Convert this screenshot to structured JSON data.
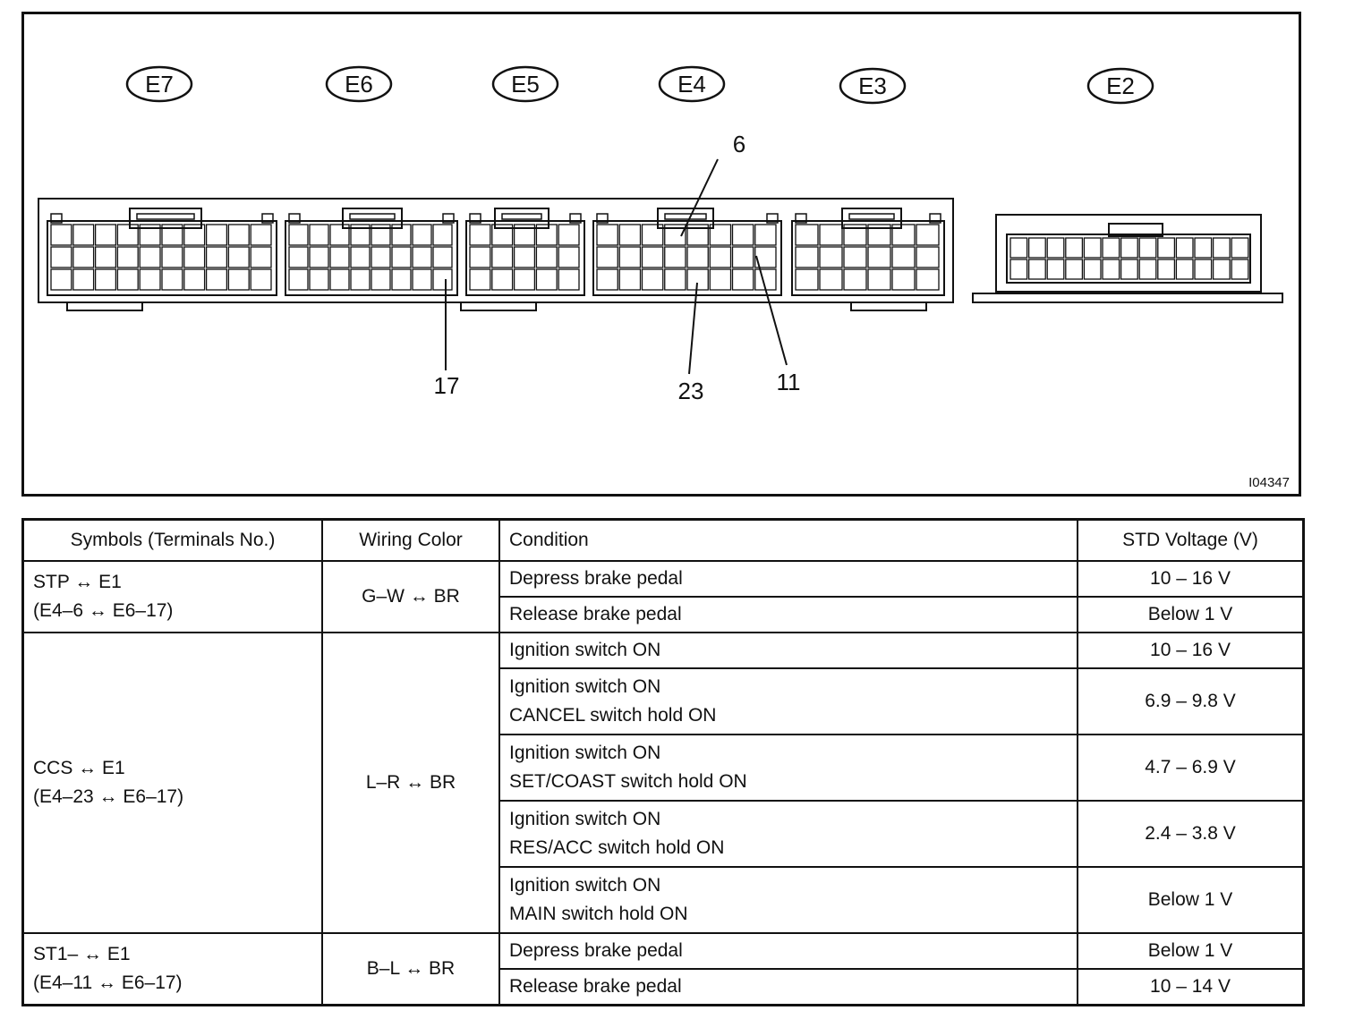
{
  "diagram": {
    "connectors": [
      {
        "label": "E7"
      },
      {
        "label": "E6"
      },
      {
        "label": "E5"
      },
      {
        "label": "E4"
      },
      {
        "label": "E3"
      },
      {
        "label": "E2"
      }
    ],
    "callouts": [
      {
        "label": "6"
      },
      {
        "label": "17"
      },
      {
        "label": "23"
      },
      {
        "label": "11"
      }
    ],
    "figure_code": "I04347"
  },
  "table": {
    "headers": {
      "symbols": "Symbols (Terminals No.)",
      "wiring": "Wiring Color",
      "condition": "Condition",
      "voltage": "STD Voltage (V)"
    },
    "groups": [
      {
        "symbol": "STP ↔ E1",
        "terminals": "(E4–6 ↔ E6–17)",
        "wiring": "G–W ↔ BR",
        "rows": [
          {
            "condition": [
              "Depress brake pedal"
            ],
            "voltage": "10 – 16 V"
          },
          {
            "condition": [
              "Release brake pedal"
            ],
            "voltage": "Below 1 V"
          }
        ]
      },
      {
        "symbol": "CCS ↔ E1",
        "terminals": "(E4–23 ↔ E6–17)",
        "wiring": "L–R ↔ BR",
        "rows": [
          {
            "condition": [
              "Ignition switch ON"
            ],
            "voltage": "10 – 16 V"
          },
          {
            "condition": [
              "Ignition switch ON",
              "CANCEL switch hold ON"
            ],
            "voltage": "6.9 – 9.8 V"
          },
          {
            "condition": [
              "Ignition switch ON",
              "SET/COAST switch hold ON"
            ],
            "voltage": "4.7 – 6.9 V"
          },
          {
            "condition": [
              "Ignition switch ON",
              "RES/ACC switch hold ON"
            ],
            "voltage": "2.4 – 3.8 V"
          },
          {
            "condition": [
              "Ignition switch ON",
              "MAIN switch hold ON"
            ],
            "voltage": "Below 1 V"
          }
        ]
      },
      {
        "symbol": "ST1– ↔ E1",
        "terminals": "(E4–11 ↔ E6–17)",
        "wiring": "B–L ↔ BR",
        "rows": [
          {
            "condition": [
              "Depress brake pedal"
            ],
            "voltage": "Below 1 V"
          },
          {
            "condition": [
              "Release brake pedal"
            ],
            "voltage": "10 – 14 V"
          }
        ]
      }
    ]
  }
}
